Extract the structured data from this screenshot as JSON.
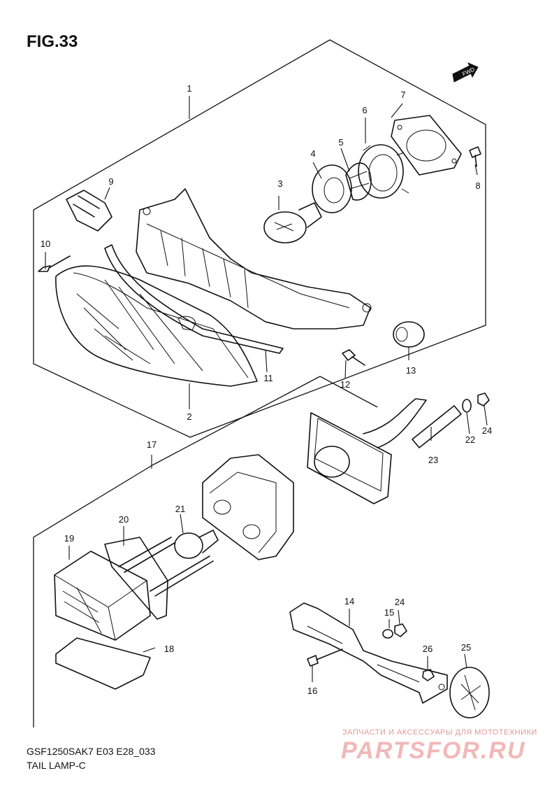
{
  "figure": {
    "title": "FIG.33",
    "fwd_badge": "FWD"
  },
  "footer": {
    "code": "GSF1250SAK7 E03 E28_033",
    "title": "TAIL LAMP-C"
  },
  "watermark": {
    "tagline": "ЗАПЧАСТИ И АКСЕССУАРЫ ДЛЯ МОТОТЕХНИКИ",
    "brand": "PARTSFOR.RU"
  },
  "callouts": {
    "c1": "1",
    "c2": "2",
    "c3": "3",
    "c4": "4",
    "c5": "5",
    "c6": "6",
    "c7": "7",
    "c8": "8",
    "c9": "9",
    "c10": "10",
    "c11": "11",
    "c12": "12",
    "c13": "13",
    "c14": "14",
    "c15": "15",
    "c16": "16",
    "c17": "17",
    "c18": "18",
    "c19": "19",
    "c20": "20",
    "c21": "21",
    "c22": "22",
    "c23": "23",
    "c24a": "24",
    "c24b": "24",
    "c25": "25",
    "c26": "26"
  },
  "colors": {
    "line": "#111111",
    "watermark": "#f2b8b8",
    "background": "#ffffff"
  }
}
